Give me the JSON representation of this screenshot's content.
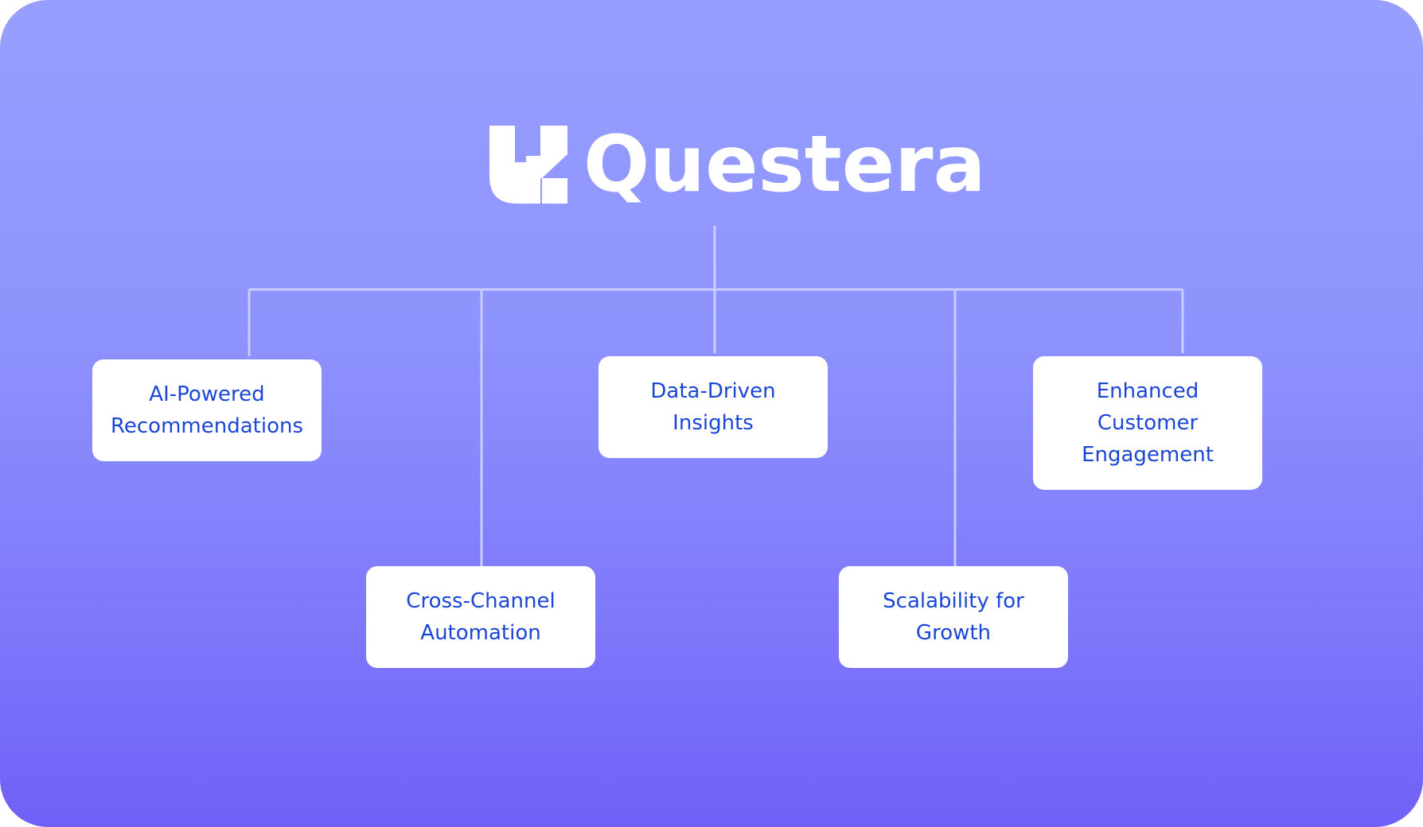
{
  "brand": {
    "name": "Questera",
    "logo_icon": "questera-logo-mark",
    "text_color": "#ffffff"
  },
  "colors": {
    "background_top": "#979ffe",
    "background_bottom": "#7160f8",
    "connector": "#c9cdff",
    "node_background": "#ffffff",
    "node_text": "#1a46d6"
  },
  "features": [
    {
      "label": "AI-Powered\nRecommendations"
    },
    {
      "label": "Cross-Channel\nAutomation"
    },
    {
      "label": "Data-Driven\nInsights"
    },
    {
      "label": "Scalability for\nGrowth"
    },
    {
      "label": "Enhanced\nCustomer\nEngagement"
    }
  ]
}
